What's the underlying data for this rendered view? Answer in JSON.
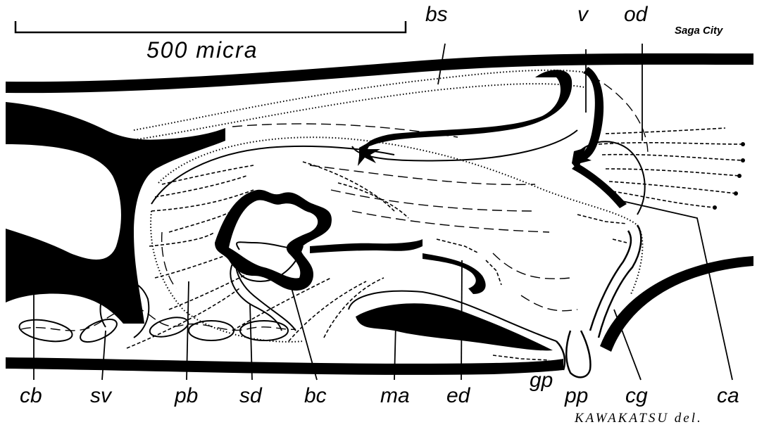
{
  "scale_bar": {
    "label": "500  micra"
  },
  "location": "Saga City",
  "credit": "KAWAKATSU del.",
  "labels": {
    "bs": "bs",
    "v": "v",
    "od": "od",
    "cb": "cb",
    "sv": "sv",
    "pb": "pb",
    "sd": "sd",
    "bc": "bc",
    "ma": "ma",
    "ed": "ed",
    "gp": "gp",
    "pp": "pp",
    "cg": "cg",
    "ca": "ca"
  }
}
